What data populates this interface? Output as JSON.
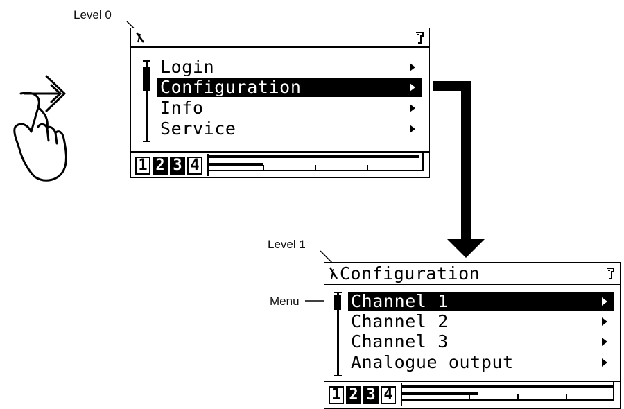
{
  "callouts": {
    "level0": "Level 0",
    "level1": "Level 1",
    "menu": "Menu"
  },
  "screen_level0": {
    "title_icon": "root-path-icon",
    "lock_icon": "key-lock-icon",
    "title": "",
    "items": [
      {
        "label": "Login",
        "selected": false
      },
      {
        "label": "Configuration",
        "selected": true
      },
      {
        "label": "Info",
        "selected": false
      },
      {
        "label": "Service",
        "selected": false
      }
    ],
    "channels": [
      "1",
      "2",
      "3",
      "4"
    ],
    "active_channels": [
      false,
      true,
      true,
      false
    ]
  },
  "screen_level1": {
    "title_icon": "root-path-icon",
    "lock_icon": "key-lock-icon",
    "title": "Configuration",
    "items": [
      {
        "label": "Channel 1",
        "selected": true
      },
      {
        "label": "Channel 2",
        "selected": false
      },
      {
        "label": "Channel 3",
        "selected": false
      },
      {
        "label": "Analogue output",
        "selected": false
      }
    ],
    "channels": [
      "1",
      "2",
      "3",
      "4"
    ],
    "active_channels": [
      false,
      true,
      true,
      false
    ]
  },
  "icons": {
    "hand": "press-enter-hand-icon",
    "flow_arrow": "navigation-arrow-icon"
  }
}
